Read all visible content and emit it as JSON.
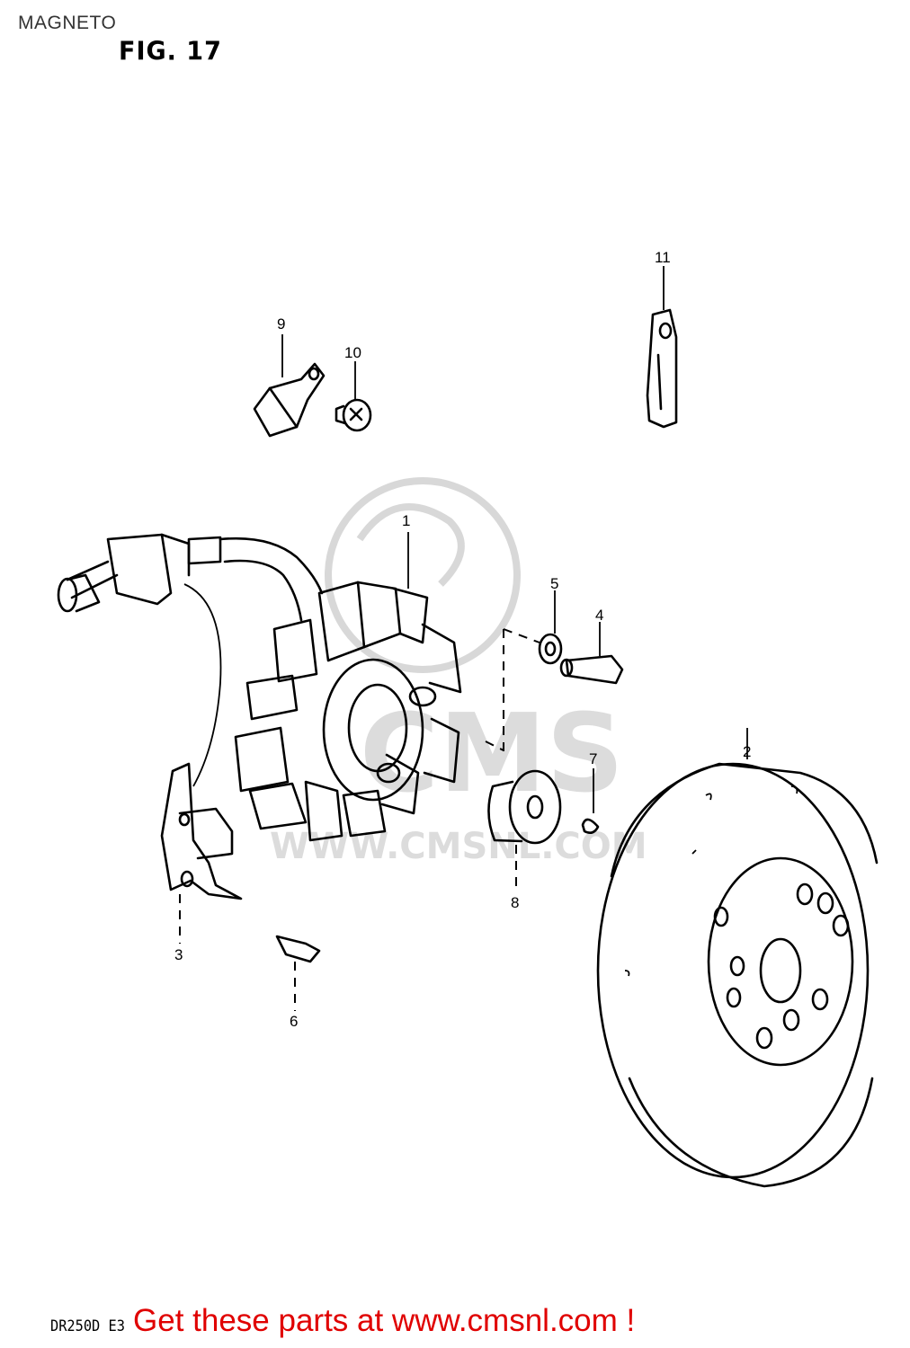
{
  "page": {
    "title": "MAGNETO",
    "figure": "FIG. 17",
    "model_code": "DR250D E3",
    "cta": "Get these parts at www.cmsnl.com !"
  },
  "watermark": {
    "logo_text": "CMS",
    "url_text": "WWW.CMSNL.COM"
  },
  "callouts": [
    {
      "number": "1",
      "part": "stator"
    },
    {
      "number": "2",
      "part": "rotor"
    },
    {
      "number": "3",
      "part": "pickup coil"
    },
    {
      "number": "4",
      "part": "bolt"
    },
    {
      "number": "5",
      "part": "washer"
    },
    {
      "number": "6",
      "part": "screw"
    },
    {
      "number": "7",
      "part": "key"
    },
    {
      "number": "8",
      "part": "bushing"
    },
    {
      "number": "9",
      "part": "clamp"
    },
    {
      "number": "10",
      "part": "screw"
    },
    {
      "number": "11",
      "part": "clamp"
    }
  ],
  "colors": {
    "cta": "#e00000",
    "line": "#000000",
    "watermark": "#d8d8d8"
  }
}
